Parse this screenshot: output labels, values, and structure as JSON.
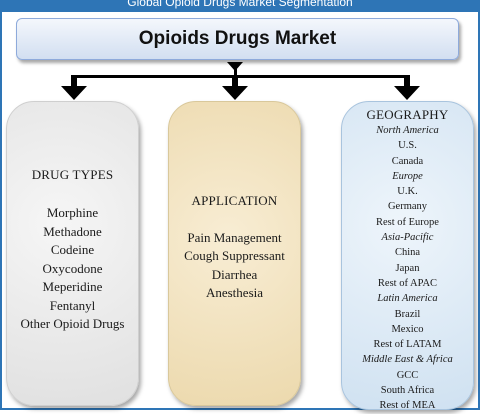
{
  "banner": {
    "title": "Global Opioid Drugs Market Segmentation"
  },
  "main_title": "Opioids Drugs Market",
  "columns": {
    "drug_types": {
      "heading": "DRUG TYPES",
      "items": [
        "Morphine",
        "Methadone",
        "Codeine",
        "Oxycodone",
        "Meperidine",
        "Fentanyl",
        "Other Opioid Drugs"
      ]
    },
    "application": {
      "heading": "APPLICATION",
      "items": [
        "Pain Management",
        "Cough Suppressant",
        "Diarrhea",
        "Anesthesia"
      ]
    },
    "geography": {
      "heading": "GEOGRAPHY",
      "items": [
        {
          "text": "North America",
          "type": "region"
        },
        {
          "text": "U.S.",
          "type": "country"
        },
        {
          "text": "Canada",
          "type": "country"
        },
        {
          "text": "Europe",
          "type": "region"
        },
        {
          "text": "U.K.",
          "type": "country"
        },
        {
          "text": "Germany",
          "type": "country"
        },
        {
          "text": "Rest of Europe",
          "type": "country"
        },
        {
          "text": "Asia-Pacific",
          "type": "region"
        },
        {
          "text": "China",
          "type": "country"
        },
        {
          "text": "Japan",
          "type": "country"
        },
        {
          "text": "Rest of APAC",
          "type": "country"
        },
        {
          "text": "Latin America",
          "type": "region"
        },
        {
          "text": "Brazil",
          "type": "country"
        },
        {
          "text": "Mexico",
          "type": "country"
        },
        {
          "text": "Rest of LATAM",
          "type": "country"
        },
        {
          "text": "Middle East & Africa",
          "type": "region"
        },
        {
          "text": "GCC",
          "type": "country"
        },
        {
          "text": "South Africa",
          "type": "country"
        },
        {
          "text": "Rest of MEA",
          "type": "country"
        }
      ]
    }
  },
  "colors": {
    "banner": "#2e75b6",
    "title_box": "#d2dff1",
    "drug_types_box": "#e0e0e0",
    "application_box": "#ecd9ad",
    "geography_box": "#cfe1f1"
  }
}
